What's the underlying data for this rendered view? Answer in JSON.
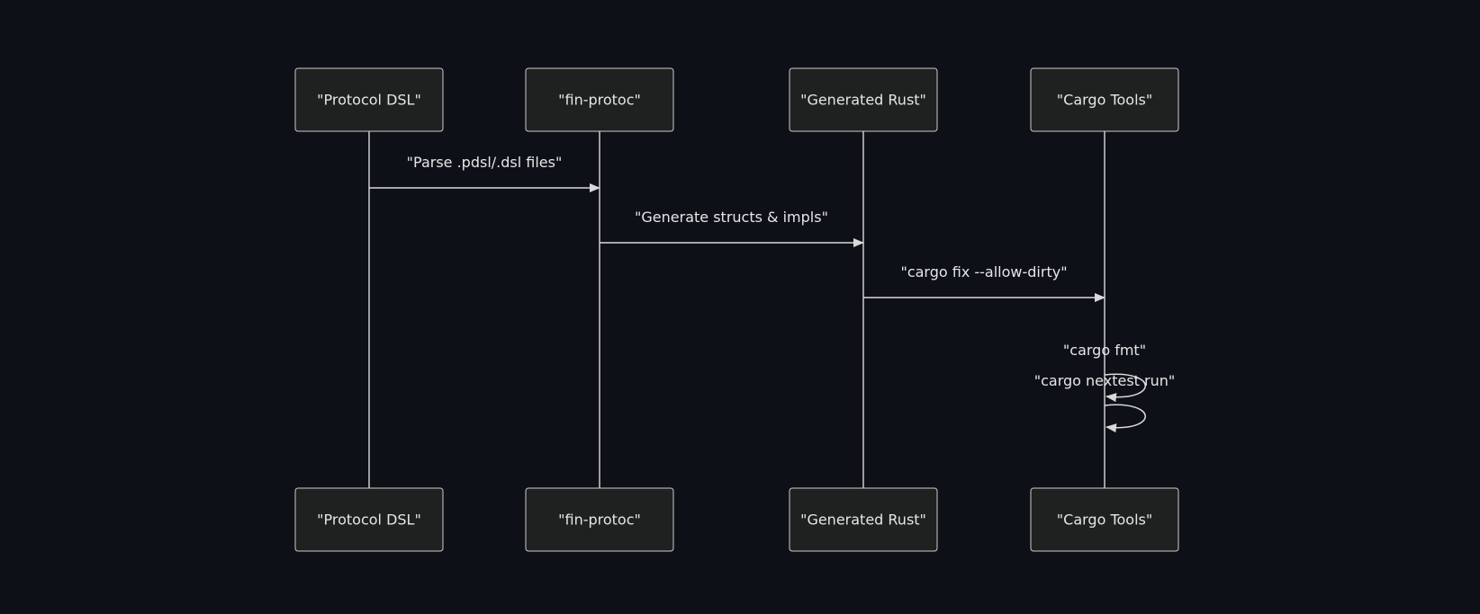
{
  "diagram": {
    "type": "sequence",
    "participants": [
      {
        "id": "dsl",
        "label": "\"Protocol DSL\""
      },
      {
        "id": "protoc",
        "label": "\"fin-protoc\""
      },
      {
        "id": "rust",
        "label": "\"Generated Rust\""
      },
      {
        "id": "cargo",
        "label": "\"Cargo Tools\""
      }
    ],
    "messages": [
      {
        "from": 0,
        "to": 1,
        "label": "\"Parse .pdsl/.dsl files\""
      },
      {
        "from": 1,
        "to": 2,
        "label": "\"Generate structs & impls\""
      },
      {
        "from": 2,
        "to": 3,
        "label": "\"cargo fix --allow-dirty\""
      },
      {
        "from": 3,
        "to": 3,
        "label": "\"cargo fmt\""
      },
      {
        "from": 3,
        "to": 3,
        "label": "\"cargo nextest run\""
      }
    ]
  },
  "colors": {
    "background": "#0d1017",
    "box_fill": "#1f2020",
    "box_stroke": "#cccccc",
    "line": "#d9d9d9",
    "text": "#e6e6e6"
  }
}
